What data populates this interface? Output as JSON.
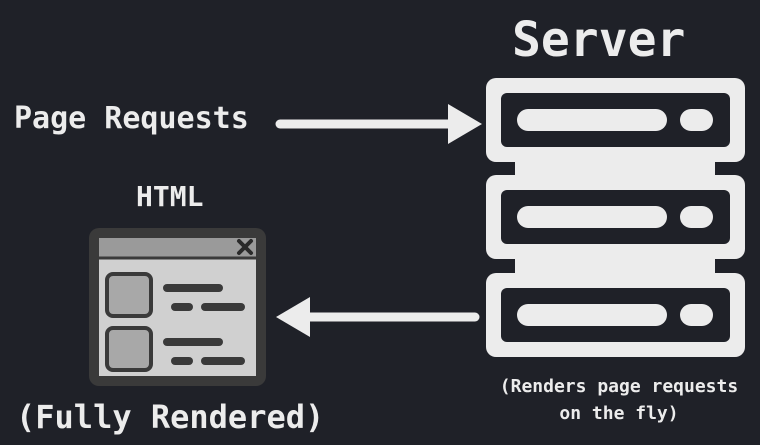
{
  "diagram": {
    "server_title": "Server",
    "requests_label": "Page Requests",
    "html_label": "HTML",
    "rendered_label": "(Fully Rendered)",
    "server_note": "(Renders page requests\non the fly)",
    "icons": {
      "server": "server-rack-icon",
      "page": "browser-window-icon",
      "request_arrow": "arrow-right-icon",
      "response_arrow": "arrow-left-icon"
    },
    "colors": {
      "background": "#1f2128",
      "foreground": "#ececec",
      "window_body": "#d0d0d0",
      "window_titlebar": "#9a9a9a",
      "window_frame": "#3a3a3a"
    }
  }
}
